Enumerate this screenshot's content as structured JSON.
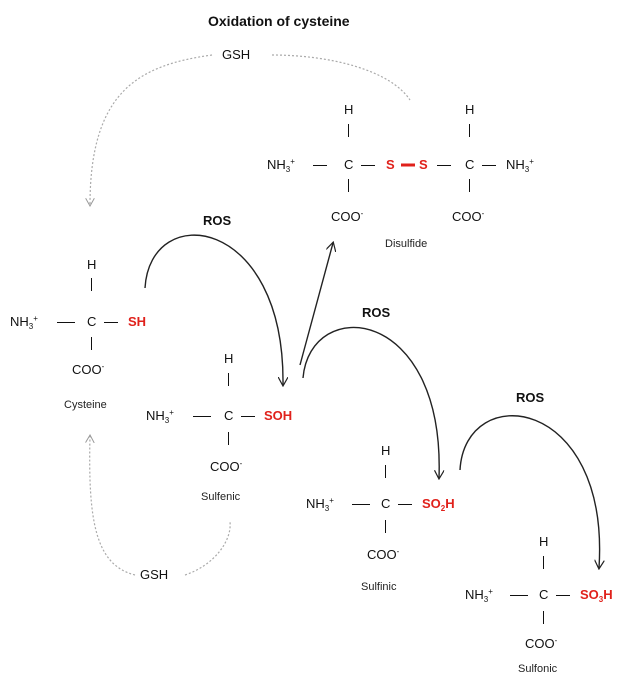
{
  "title": "Oxidation of cysteine",
  "reagents": {
    "gsh_top": "GSH",
    "gsh_bottom": "GSH",
    "ros": "ROS"
  },
  "atoms": {
    "H": "H",
    "C": "C",
    "amine": "NH",
    "amine_charge": "+",
    "amine_sub": "3",
    "carboxylate": "COO",
    "carboxylate_charge": "-"
  },
  "groups": {
    "thiol": "SH",
    "sulfenic": "SOH",
    "sulfinic": "SO",
    "sulfinic_sub": "2",
    "sulfinic_h": "H",
    "sulfonic": "SO",
    "sulfonic_sub": "3",
    "sulfonic_h": "H",
    "sulfur": "S"
  },
  "captions": {
    "cysteine": "Cysteine",
    "disulfide": "Disulfide",
    "sulfenic": "Sulfenic",
    "sulfinic": "Sulfinic",
    "sulfonic": "Sulfonic"
  },
  "colors": {
    "oxidized_group": "#e0211b",
    "arrow": "#222222",
    "gsh_arrow": "#9a9a9a"
  }
}
